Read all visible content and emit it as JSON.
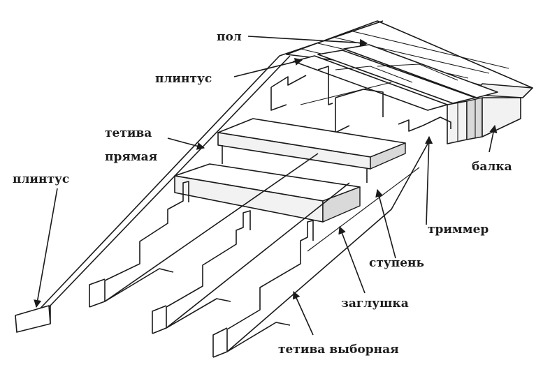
{
  "labels": {
    "floor": "пол",
    "plinth_top": "плинтус",
    "stringer_straight_1": "тетива",
    "stringer_straight_2": "прямая",
    "plinth_bottom": "плинтус",
    "beam": "балка",
    "trimmer": "триммер",
    "step": "ступень",
    "plug": "заглушка",
    "stringer_cut": "тетива выборная"
  }
}
